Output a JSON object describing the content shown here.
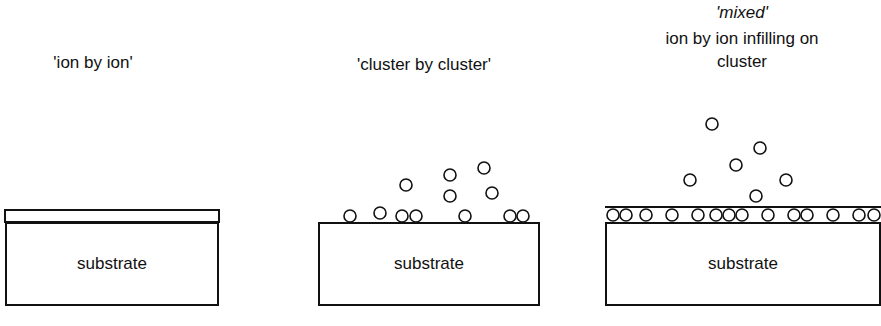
{
  "diagram": {
    "nodes": [
      {
        "text": [
          "substrate"
        ]
      },
      {
        "text": [
          "substrate"
        ]
      },
      {
        "text": [
          "substrate"
        ]
      }
    ],
    "labels": [
      "'ion by ion'",
      "'cluster by cluster'",
      "'mixed'",
      "ion by ion infilling on cluster"
    ]
  }
}
